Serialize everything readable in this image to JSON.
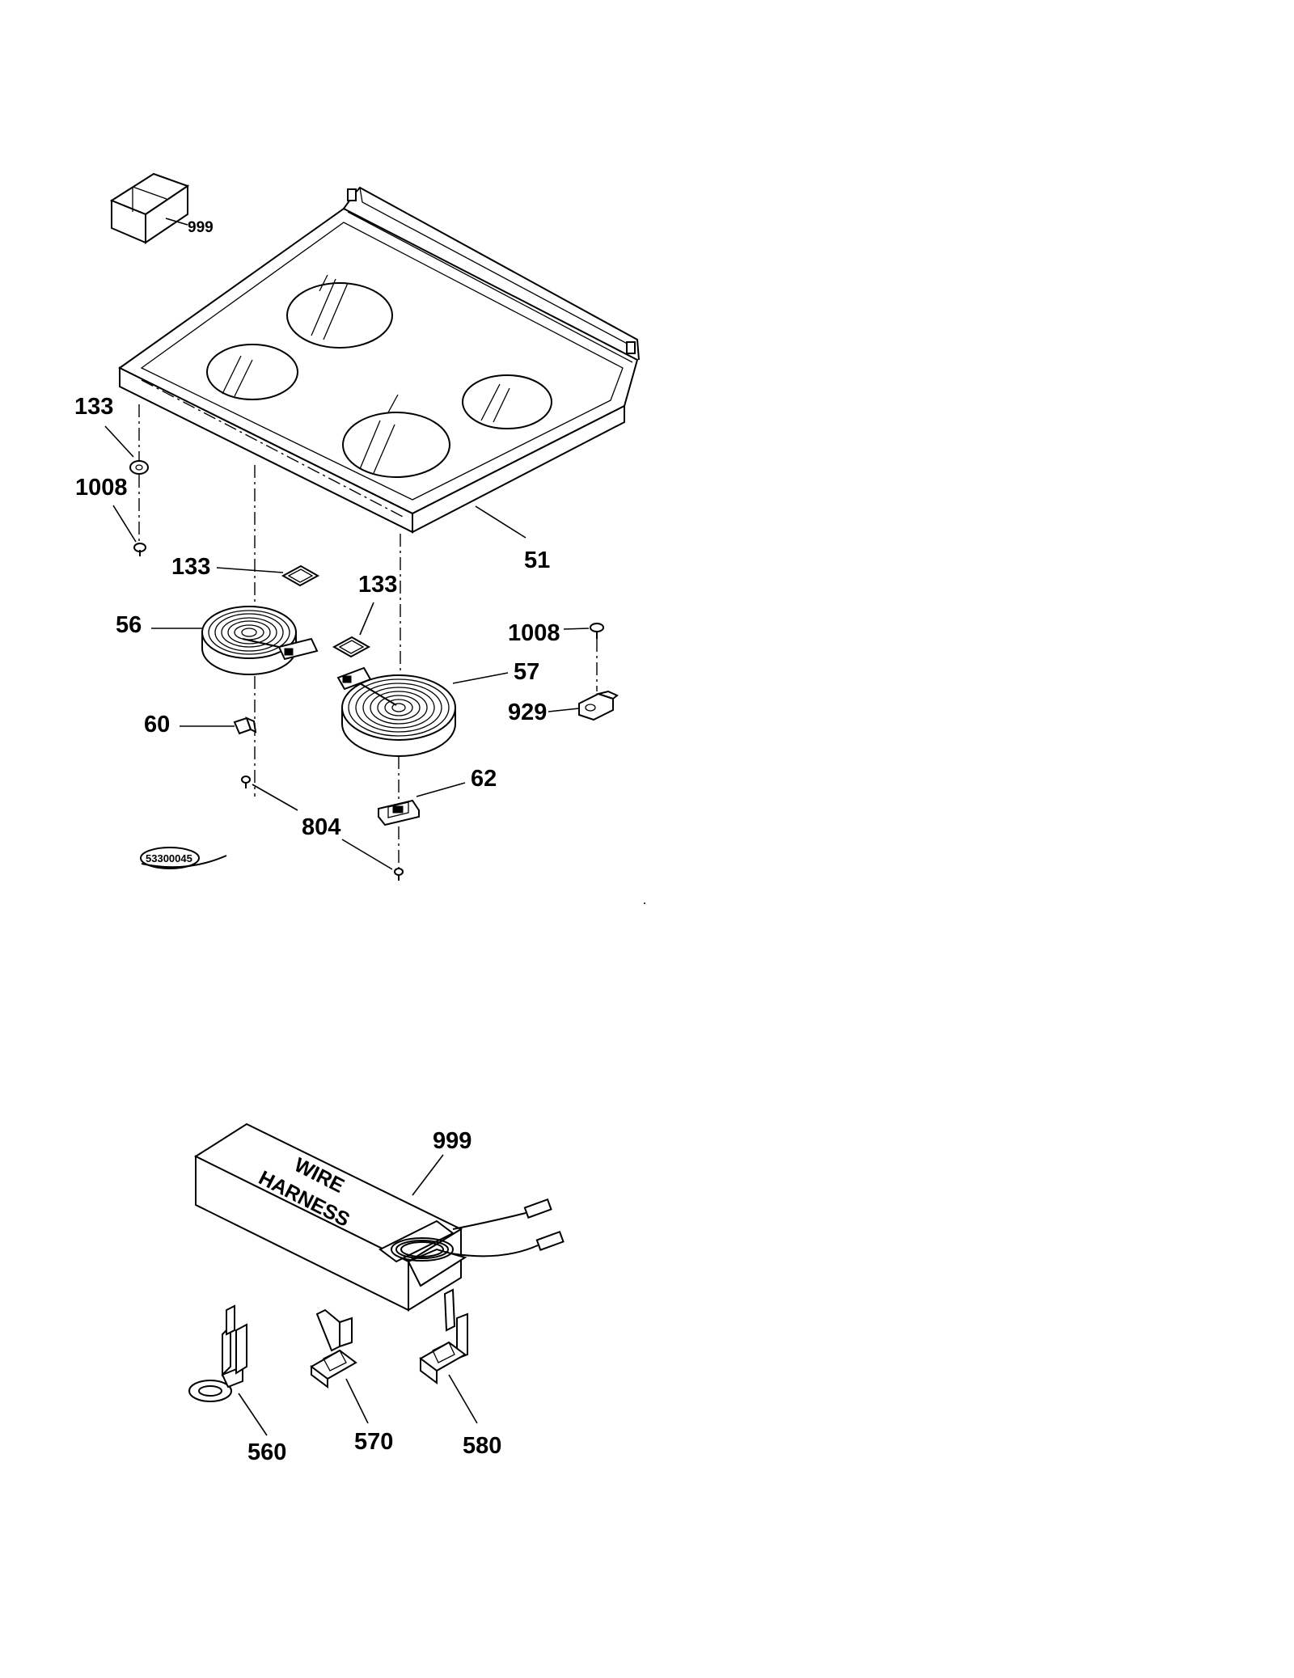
{
  "callouts": {
    "kit_box_top": "999",
    "cooktop": "51",
    "surface_unit_left": "56",
    "surface_unit_right": "57",
    "clip_60": "60",
    "clip_62": "62",
    "screw_804": "804",
    "pad_133_left": "133",
    "pad_133_top_left": "133",
    "pad_133_center": "133",
    "screw_1008_left": "1008",
    "screw_1008_right": "1008",
    "bracket_929": "929",
    "harness_kit": "999",
    "terminal_ring": "560",
    "terminal_570": "570",
    "terminal_580": "580"
  },
  "harness_box": {
    "line1": "WIRE",
    "line2": "HARNESS"
  },
  "stamp": "53300045",
  "colors": {
    "line": "#000000",
    "background": "#ffffff"
  }
}
